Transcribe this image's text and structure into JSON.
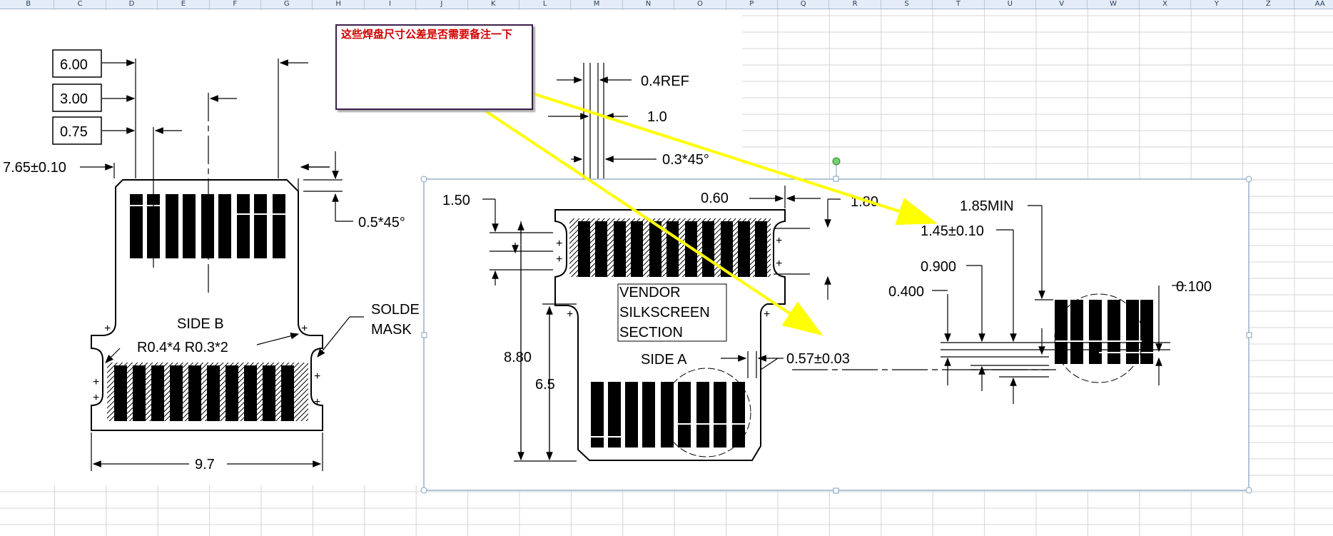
{
  "columns": [
    "B",
    "C",
    "D",
    "E",
    "F",
    "G",
    "H",
    "I",
    "J",
    "K",
    "L",
    "M",
    "N",
    "O",
    "P",
    "Q",
    "R",
    "S",
    "T",
    "U",
    "V",
    "W",
    "X",
    "Y",
    "Z",
    "AA"
  ],
  "annotation": {
    "text": "这些焊盘尺寸公差是否需要备注一下"
  },
  "left_drawing": {
    "dims": {
      "d600": "6.00",
      "d300": "3.00",
      "d075": "0.75",
      "d765": "7.65±0.10",
      "chamfer": "0.5*45°",
      "side": "SIDE B",
      "radius": "R0.4*4   R0.3*2",
      "solder1": "SOLDE",
      "solder2": "MASK",
      "width": "9.7"
    }
  },
  "right_drawing": {
    "dims": {
      "ref": "0.4REF",
      "d10": "1.0",
      "chamfer": "0.3*45°",
      "d150": "1.50",
      "d060": "0.60",
      "d180": "1.80",
      "vendor1": "VENDOR",
      "vendor2": "SILKSCREEN",
      "vendor3": "SECTION",
      "side": "SIDE A",
      "d880": "8.80",
      "d65": "6.5",
      "d057": "0.57±0.03"
    }
  },
  "detail": {
    "dims": {
      "min": "1.85MIN",
      "d145": "1.45±0.10",
      "d0900": "0.900",
      "d0400": "0.400",
      "d0100": "0.100"
    }
  }
}
